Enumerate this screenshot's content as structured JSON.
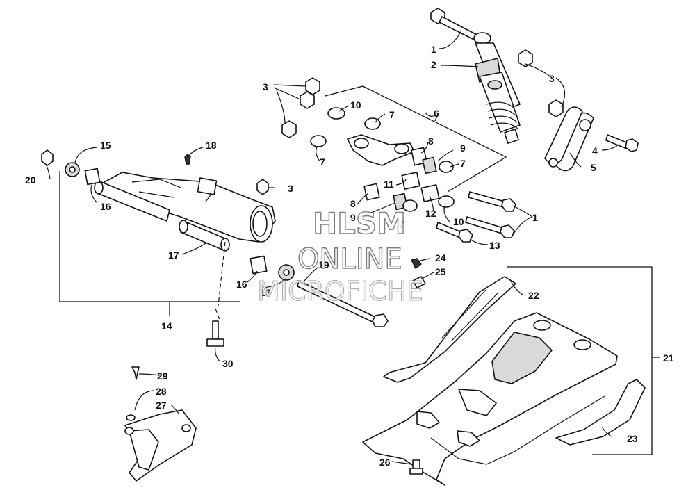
{
  "watermark": {
    "line1": "HLSM",
    "line2": "ONLINE",
    "line3": "MICROFICHE"
  },
  "callouts": {
    "c1a": "1",
    "c1b": "1",
    "c2": "2",
    "c3a": "3",
    "c3b": "3",
    "c3c": "3",
    "c4": "4",
    "c5": "5",
    "c6": "6",
    "c7a": "7",
    "c7b": "7",
    "c7c": "7",
    "c7d": "7",
    "c8a": "8",
    "c8b": "8",
    "c9a": "9",
    "c9b": "9",
    "c10a": "10",
    "c10b": "10",
    "c11": "11",
    "c12": "12",
    "c13": "13",
    "c14": "14",
    "c15a": "15",
    "c15b": "15",
    "c16a": "16",
    "c16b": "16",
    "c17": "17",
    "c18": "18",
    "c19": "19",
    "c20": "20",
    "c21": "21",
    "c22": "22",
    "c23": "23",
    "c24": "24",
    "c25": "25",
    "c26": "26",
    "c27": "27",
    "c28": "28",
    "c29": "29",
    "c30": "30"
  }
}
